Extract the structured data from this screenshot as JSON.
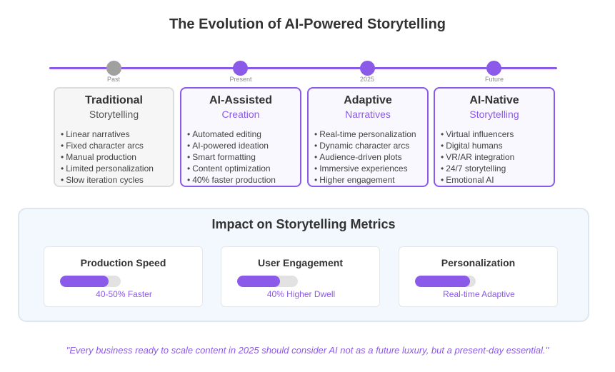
{
  "title": "The Evolution of AI-Powered Storytelling",
  "timeline": {
    "nodes": [
      {
        "label": "Past"
      },
      {
        "label": "Present"
      },
      {
        "label": "2025"
      },
      {
        "label": "Future"
      }
    ]
  },
  "eras": [
    {
      "title": "Traditional",
      "subtitle": "Storytelling",
      "items": [
        "Linear narratives",
        "Fixed character arcs",
        "Manual production",
        "Limited personalization",
        "Slow iteration cycles"
      ]
    },
    {
      "title": "AI-Assisted",
      "subtitle": "Creation",
      "items": [
        "Automated editing",
        "AI-powered ideation",
        "Smart formatting",
        "Content optimization",
        "40% faster production"
      ]
    },
    {
      "title": "Adaptive",
      "subtitle": "Narratives",
      "items": [
        "Real-time personalization",
        "Dynamic character arcs",
        "Audience-driven plots",
        "Immersive experiences",
        "Higher engagement"
      ]
    },
    {
      "title": "AI-Native",
      "subtitle": "Storytelling",
      "items": [
        "Virtual influencers",
        "Digital humans",
        "VR/AR integration",
        "24/7 storytelling",
        "Emotional AI"
      ]
    }
  ],
  "bullet": "•",
  "metrics": {
    "title": "Impact on Storytelling Metrics",
    "items": [
      {
        "title": "Production Speed",
        "caption": "40-50% Faster",
        "fill": 0.8
      },
      {
        "title": "User Engagement",
        "caption": "40% Higher Dwell",
        "fill": 0.7
      },
      {
        "title": "Personalization",
        "caption": "Real-time Adaptive",
        "fill": 0.9
      }
    ]
  },
  "quote": "\"Every business ready to scale content in 2025 should consider AI not as a future luxury, but a present-day essential.\"",
  "colors": {
    "accent": "#8c5ae8",
    "past": "#a0a0a0",
    "panel": "#f2f8fd"
  }
}
